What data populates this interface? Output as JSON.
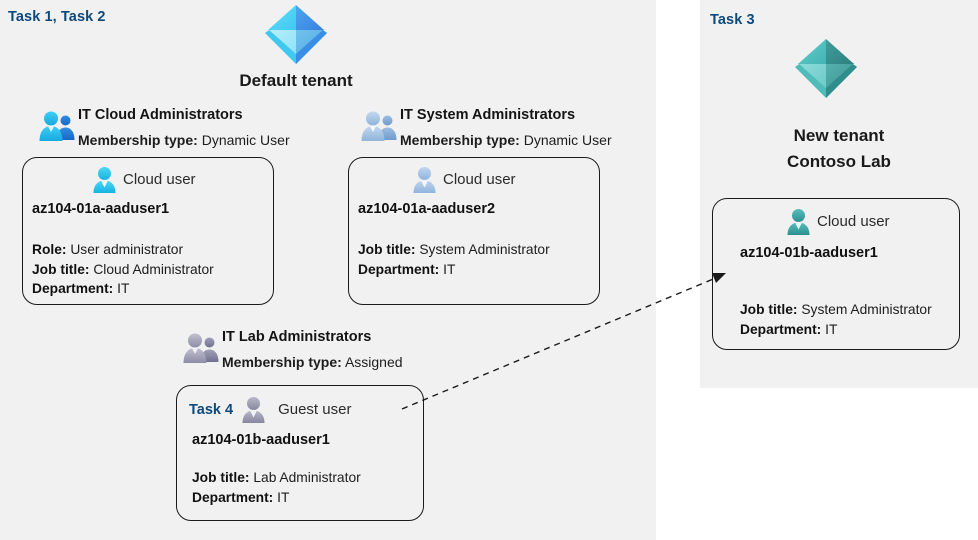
{
  "panels": {
    "left": {
      "task_label": "Task 1, Task 2"
    },
    "right": {
      "task_label": "Task 3"
    }
  },
  "tenants": [
    {
      "id": "default-tenant",
      "icon": "azure-ad-tenant-icon",
      "name_line1": "Default tenant",
      "name_line2": ""
    },
    {
      "id": "new-tenant",
      "icon": "azure-ad-tenant-icon",
      "name_line1": "New  tenant",
      "name_line2": "Contoso Lab"
    }
  ],
  "groups": [
    {
      "id": "it-cloud-administrators",
      "icon": "group-users-icon",
      "title": "IT Cloud Administrators",
      "meta_label": "Membership type:",
      "meta_value": "Dynamic User"
    },
    {
      "id": "it-system-administrators",
      "icon": "group-users-icon",
      "title": "IT System Administrators",
      "meta_label": "Membership type:",
      "meta_value": "Dynamic User"
    },
    {
      "id": "it-lab-administrators",
      "icon": "group-users-icon",
      "title": "IT Lab Administrators",
      "meta_label": "Membership type:",
      "meta_value": "Assigned"
    }
  ],
  "cards": [
    {
      "id": "az104-01a-aaduser1",
      "task_label": "",
      "user_icon": "cloud-user-icon",
      "user_type": "Cloud user",
      "upn": "az104-01a-aaduser1",
      "attrs": [
        {
          "label": "Role:",
          "value": "User administrator"
        },
        {
          "label": "Job title:",
          "value": "Cloud Administrator"
        },
        {
          "label": "Department:",
          "value": "IT"
        }
      ]
    },
    {
      "id": "az104-01a-aaduser2",
      "task_label": "",
      "user_icon": "cloud-user-icon",
      "user_type": "Cloud user",
      "upn": "az104-01a-aaduser2",
      "attrs": [
        {
          "label": "Job title:",
          "value": "System Administrator"
        },
        {
          "label": "Department:",
          "value": "IT"
        }
      ]
    },
    {
      "id": "az104-01b-aaduser1-guest",
      "task_label": "Task 4",
      "user_icon": "guest-user-icon",
      "user_type": "Guest user",
      "upn": "az104-01b-aaduser1",
      "attrs": [
        {
          "label": "Job title:",
          "value": "Lab Administrator"
        },
        {
          "label": "Department:",
          "value": "IT"
        }
      ]
    },
    {
      "id": "az104-01b-aaduser1-cloud",
      "task_label": "",
      "user_icon": "cloud-user-icon",
      "user_type": "Cloud user",
      "upn": "az104-01b-aaduser1",
      "attrs": [
        {
          "label": "Job title:",
          "value": "System Administrator"
        },
        {
          "label": "Department:",
          "value": "IT"
        }
      ]
    }
  ],
  "connector": {
    "id": "guest-to-tenant-arrow",
    "style": "dashed-arrow",
    "from": "az104-01b-aaduser1-guest",
    "to": "az104-01b-aaduser1-cloud"
  },
  "colors": {
    "panel_background": "#f1f1f1",
    "task_label": "#0c4a7d",
    "tenant_blue_light": "#50d4f2",
    "tenant_blue_dark": "#3a8ee6",
    "tenant_teal_light": "#57c6c4",
    "tenant_teal_dark": "#2f8e8c",
    "user_cyan": "#2bc4ef",
    "user_muted_blue": "#a8c4e0",
    "user_gray": "#9a9aad",
    "user_teal": "#3aa6a4",
    "card_border": "#1b1b1b",
    "text_primary": "#141414"
  }
}
